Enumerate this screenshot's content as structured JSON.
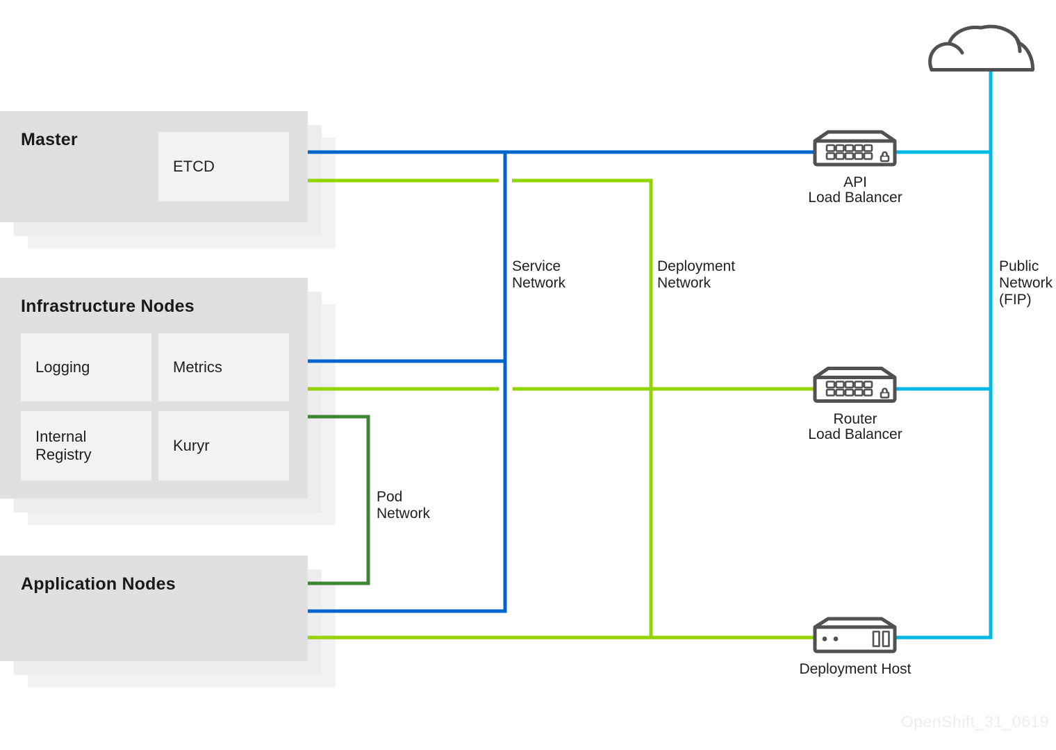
{
  "node_groups": {
    "master": {
      "title": "Master",
      "etcd_label": "ETCD"
    },
    "infrastructure": {
      "title": "Infrastructure Nodes",
      "boxes": [
        {
          "label": "Logging"
        },
        {
          "label": "Metrics"
        },
        {
          "label": "Internal Registry"
        },
        {
          "label": "Kuryr"
        }
      ]
    },
    "application": {
      "title": "Application Nodes"
    }
  },
  "network_labels": {
    "service": {
      "line1": "Service",
      "line2": "Network"
    },
    "deployment": {
      "line1": "Deployment",
      "line2": "Network"
    },
    "pod": {
      "line1": "Pod",
      "line2": "Network"
    },
    "public": {
      "line1": "Public",
      "line2": "Network",
      "line3": "(FIP)"
    }
  },
  "devices": {
    "api_load_balancer": {
      "line1": "API",
      "line2": "Load Balancer"
    },
    "router_load_balancer": {
      "line1": "Router",
      "line2": "Load Balancer"
    },
    "deployment_host": {
      "label": "Deployment Host"
    }
  },
  "colors": {
    "service_network": "#0066cc",
    "deployment_network": "#92d400",
    "pod_network": "#3e8635",
    "public_network": "#00b9e4",
    "icon_stroke": "#515153",
    "group_box": "#e0e0e0",
    "sub_box": "#f2f2f2"
  },
  "watermark": "OpenShift_31_0619"
}
